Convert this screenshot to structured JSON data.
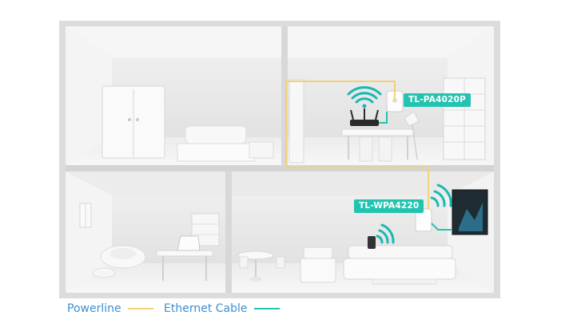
{
  "devices": {
    "powerline_adapter": "TL-PA4020P",
    "wifi_extender": "TL-WPA4220"
  },
  "legend": {
    "powerline": "Powerline",
    "ethernet": "Ethernet Cable"
  },
  "colors": {
    "powerline": "#f2d278",
    "ethernet": "#22c4b0",
    "tag_bg": "#22c4b0",
    "legend_text": "#3e8fd0",
    "wifi": "#1ab8b0"
  }
}
